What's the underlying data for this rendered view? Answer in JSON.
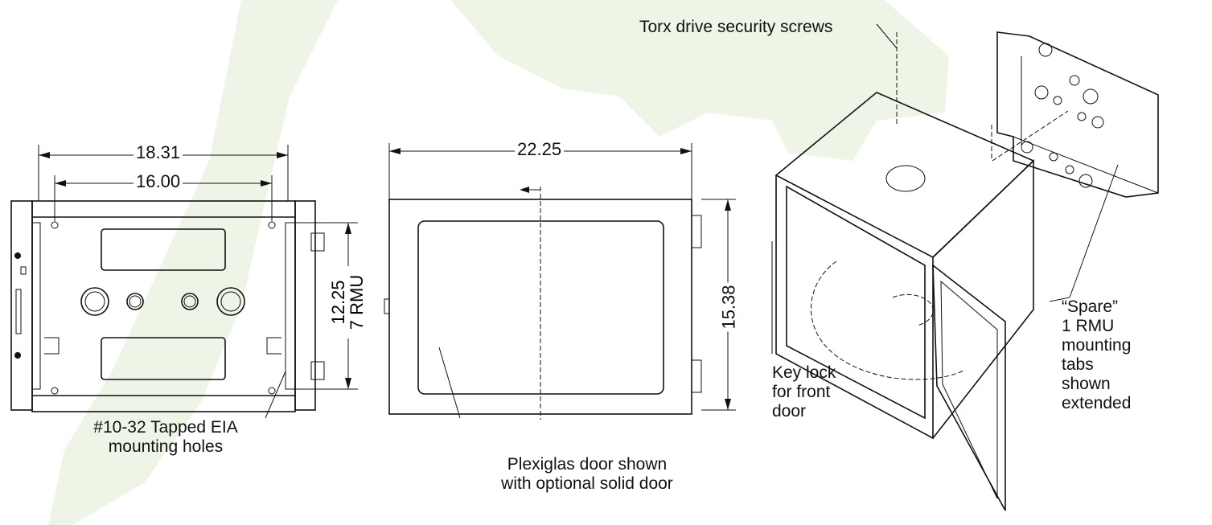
{
  "colors": {
    "watermark": "#eef5e7",
    "line": "#111111"
  },
  "front_view": {
    "dim_width_outer": "18.31",
    "dim_width_mount": "16.00",
    "dim_height": "12.25",
    "dim_height_rmu": "7 RMU",
    "callout": [
      "#10-32 Tapped EIA",
      "mounting holes"
    ]
  },
  "side_view": {
    "dim_depth": "22.25",
    "dim_height": "15.38",
    "callout": [
      "Plexiglas door shown",
      "with optional solid door"
    ]
  },
  "iso_view": {
    "screws_callout": "Torx drive security screws",
    "keylock_callout": [
      "Key lock",
      "for front",
      "door"
    ],
    "spare_callout": [
      "“Spare”",
      "1 RMU",
      "mounting",
      "tabs",
      "shown",
      "extended"
    ]
  }
}
